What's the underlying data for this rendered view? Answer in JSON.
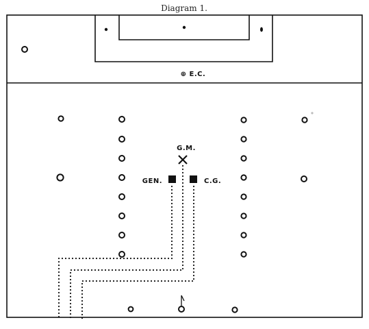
{
  "caption": "Diagram 1.",
  "labels": {
    "ec": "⊕ E.C.",
    "gm": "G.M.",
    "gen": "GEN.",
    "cg": "C.G."
  },
  "colors": {
    "ink": "#111111",
    "paper": "#ffffff"
  }
}
